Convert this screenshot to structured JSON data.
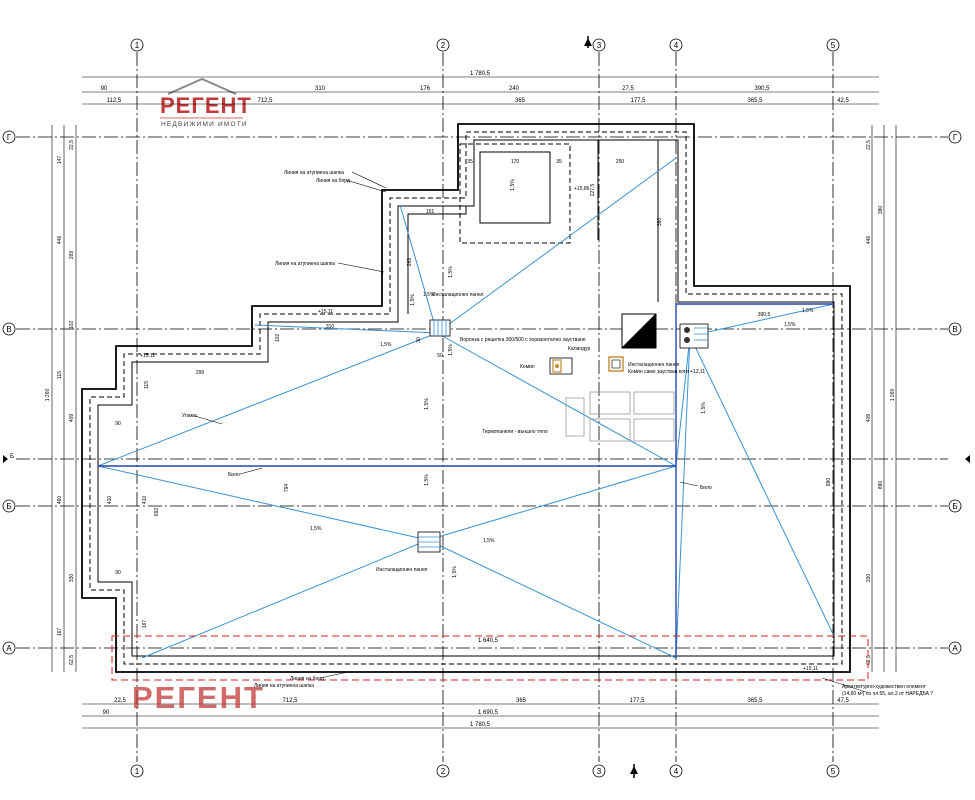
{
  "logo": {
    "name": "РЕГЕНТ",
    "sub": "НЕДВИЖИМИ ИМОТИ"
  },
  "watermark": "РЕГЕНТ",
  "axes": {
    "vertical": [
      "1",
      "2",
      "3",
      "4",
      "5"
    ],
    "horizontal": [
      "Г",
      "В",
      "Б",
      "А"
    ],
    "section_mark": "Б"
  },
  "dims_top": {
    "total": "1 780,5",
    "row1": [
      "90",
      "310",
      "176",
      "240",
      "27,5",
      "390,5"
    ],
    "row2": [
      "112,5",
      "712,5",
      "365",
      "177,5",
      "365,5",
      "42,5"
    ]
  },
  "dims_bottom": {
    "inner": "1 640,5",
    "row1": [
      "22,5",
      "712,5",
      "365",
      "177,5",
      "365,5",
      "47,5"
    ],
    "row2": [
      "90",
      "1 690,5"
    ],
    "total": "1 780,5"
  },
  "dims_left": [
    "22,5",
    "147",
    "446",
    "269",
    "102",
    "115",
    "1 260",
    "409",
    "460",
    "330",
    "167",
    "62,5"
  ],
  "dims_right": [
    "22,5",
    "380",
    "446",
    "1 260",
    "409",
    "890",
    "330",
    "62,5"
  ],
  "inner_dims": [
    "170",
    "35",
    "35",
    "250",
    "151",
    "380",
    "269",
    "310",
    "299",
    "90",
    "90",
    "410",
    "410",
    "692",
    "794",
    "167",
    "30",
    "50",
    "390,5",
    "227,5",
    "890",
    "102",
    "115"
  ],
  "slopes": [
    "1,5%",
    "1,5%",
    "1,5%",
    "1,5%",
    "1,5%",
    "1,5%",
    "1,5%",
    "1,5%",
    "1,5%",
    "1,5%",
    "1,5%",
    "1,5%",
    "1,5%",
    "1,5%"
  ],
  "levels": [
    "+15,11",
    "+15,11",
    "+15,86",
    "+15,11"
  ],
  "labels": {
    "parapet_line_1": "Линия на атупиена шапка",
    "attic_line": "Линия на борд",
    "parapet_line_2": "Линия на атупиена шапка",
    "install_panel_1": "Инсталационен панел",
    "funnel": "Воронка с решетка 300/500 с хоризонтално заустване",
    "chimney_label": "Калапдур",
    "chimney": "Комин",
    "install_panel_2": "Инсталационен панел",
    "chimney_vent": "Комин само заустван коти +12,11",
    "thermal_panels": "Термопанели - външно тяло",
    "valley": "Улама",
    "ridge_1": "Било",
    "ridge_2": "Било",
    "install_panel_3": "Инсталационен панел",
    "bottom_line_1": "Линия на борд",
    "bottom_line_2": "Линия на атупиена шапка",
    "arch_note_1": "Архитектурно-художествен елемент",
    "arch_note_2": "(14,60 м²) по чл.55, ал.2 от НАРЕДБА 7"
  },
  "colors": {
    "slope": "#3a93d4",
    "ridge": "#2547a8",
    "brand": "#c23a3a",
    "red_dash": "#d62020"
  }
}
